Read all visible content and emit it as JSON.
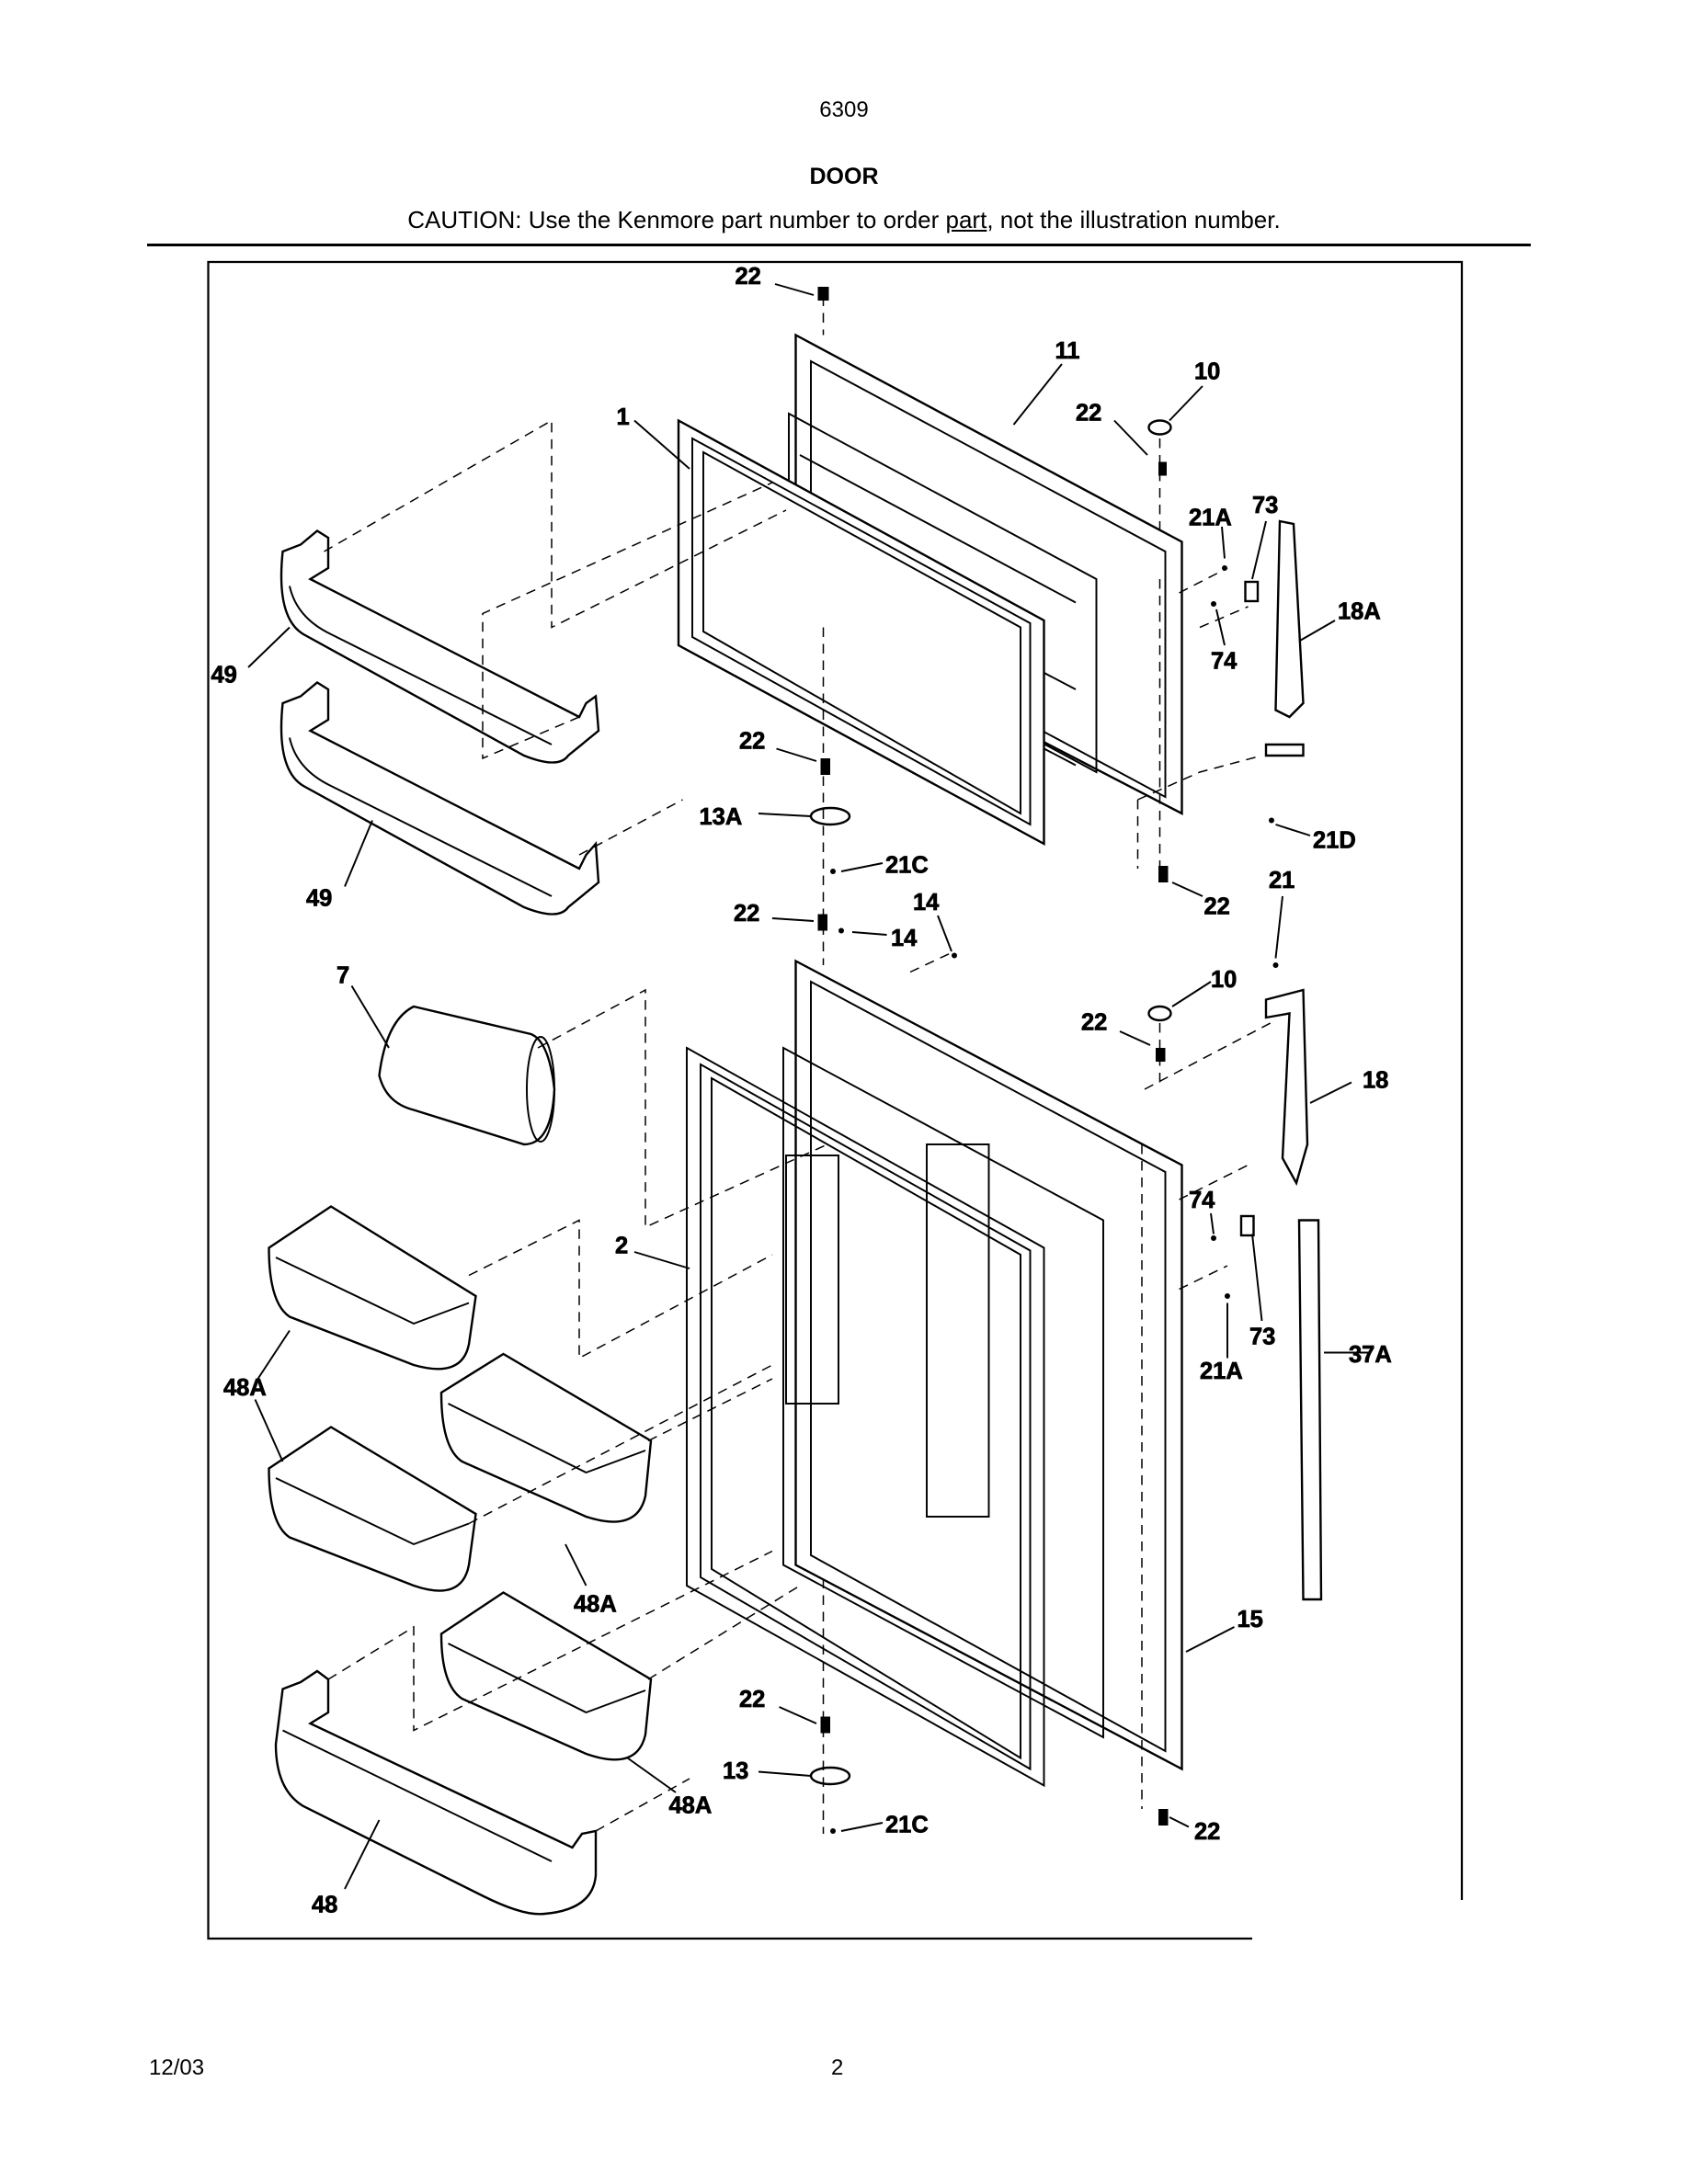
{
  "header": {
    "model": "6309",
    "title": "DOOR",
    "caution_prefix": "CAUTION: Use the Kenmore part number to order ",
    "caution_link": "part",
    "caution_suffix": ", not the illustration number."
  },
  "footer": {
    "date": "12/03",
    "page": "2"
  },
  "callouts": [
    "22",
    "11",
    "10",
    "1",
    "22",
    "21A",
    "73",
    "18A",
    "74",
    "49",
    "22",
    "13A",
    "21C",
    "21D",
    "49",
    "22",
    "14",
    "14",
    "22",
    "21",
    "7",
    "10",
    "22",
    "18",
    "2",
    "74",
    "73",
    "21A",
    "37A",
    "48A",
    "48A",
    "15",
    "22",
    "13",
    "48A",
    "21C",
    "22",
    "48"
  ]
}
